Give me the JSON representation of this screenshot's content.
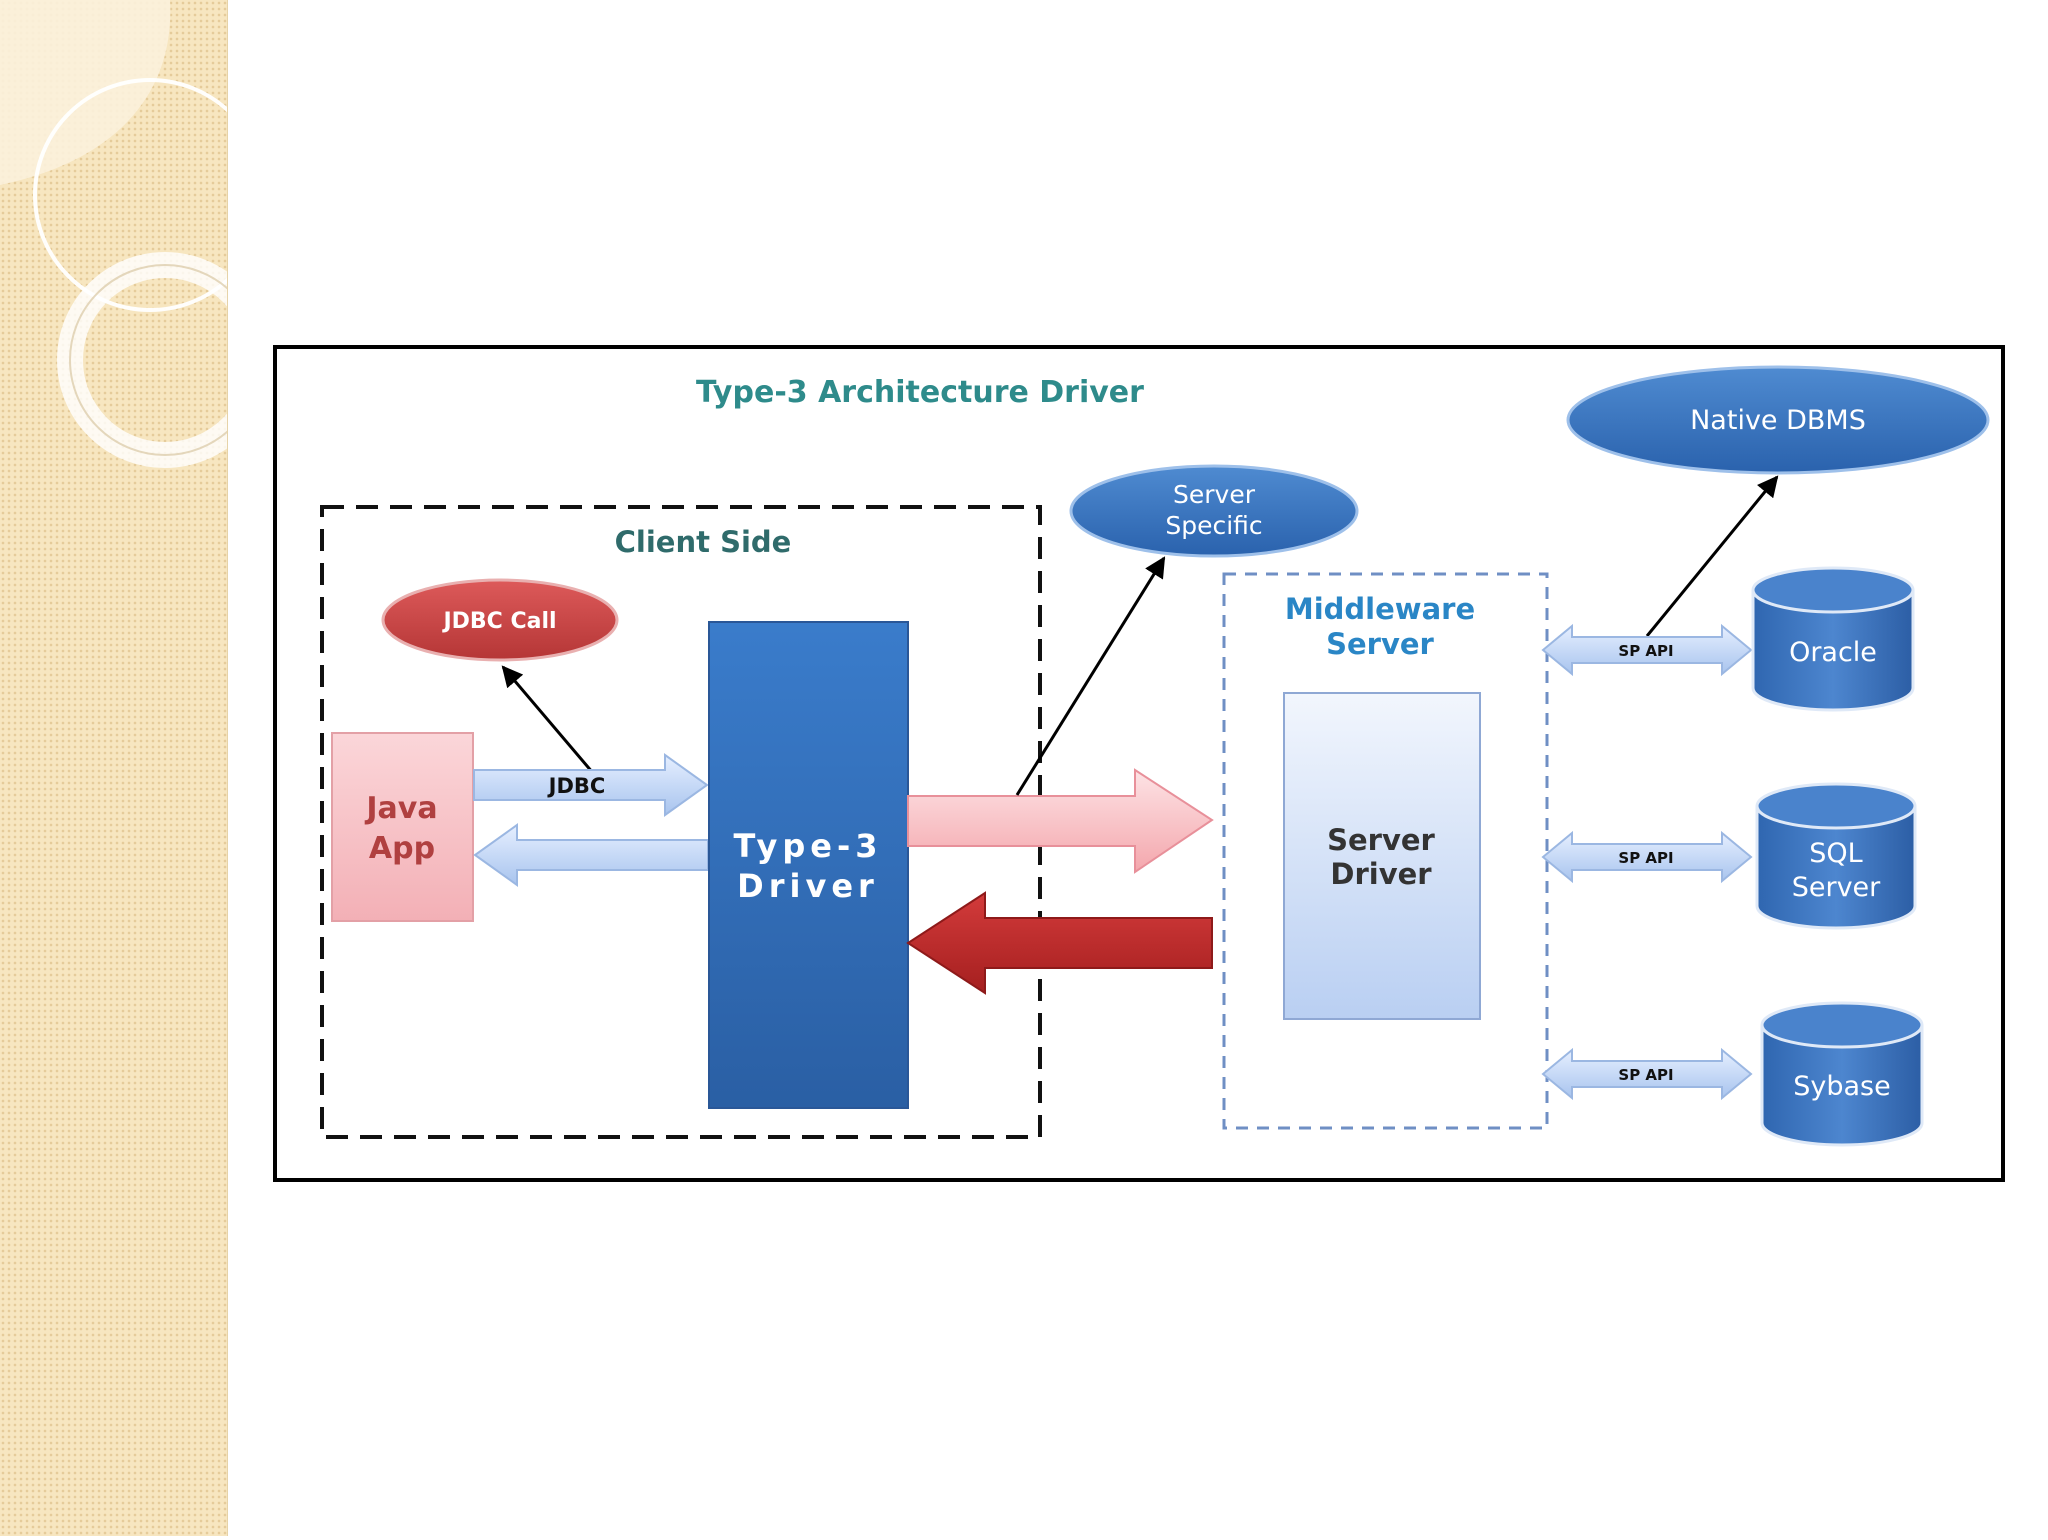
{
  "diagram": {
    "title": "Type-3 Architecture Driver",
    "client_side_label": "Client Side",
    "jdbc_call": "JDBC Call",
    "java_app": {
      "line1": "Java",
      "line2": "App"
    },
    "jdbc_label": "JDBC",
    "type3_driver": {
      "line1": "Type-3",
      "line2": "Driver"
    },
    "server_specific": {
      "line1": "Server",
      "line2": "Specific"
    },
    "middleware_server": {
      "line1": "Middleware",
      "line2": "Server"
    },
    "server_driver": {
      "line1": "Server",
      "line2": "Driver"
    },
    "native_dbms": "Native DBMS",
    "sp_api_label": "SP API",
    "databases": [
      {
        "line1": "Oracle",
        "line2": ""
      },
      {
        "line1": "SQL",
        "line2": "Server"
      },
      {
        "line1": "Sybase",
        "line2": ""
      }
    ],
    "colors": {
      "title": "#2e8b8b",
      "client_label": "#2f6b6b",
      "middleware_label": "#2a86c6",
      "blue_dark": "#2f6fbd",
      "red_oval": "#c84040",
      "red_arrow": "#c12c2c",
      "java_app_fill": "#f7c2c6",
      "java_app_text": "#b04040",
      "sidebar": "#f7e6c0"
    }
  }
}
